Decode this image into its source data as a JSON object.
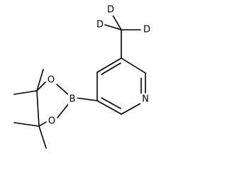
{
  "molecule": {
    "atoms": {
      "deuterium_1": "D",
      "deuterium_2": "D",
      "deuterium_3": "D",
      "boron": "B",
      "nitrogen": "N",
      "oxygen_upper": "O",
      "oxygen_lower": "O"
    },
    "colors": {
      "bond": "#000000",
      "label": "#000000",
      "background": "#ffffff"
    }
  }
}
